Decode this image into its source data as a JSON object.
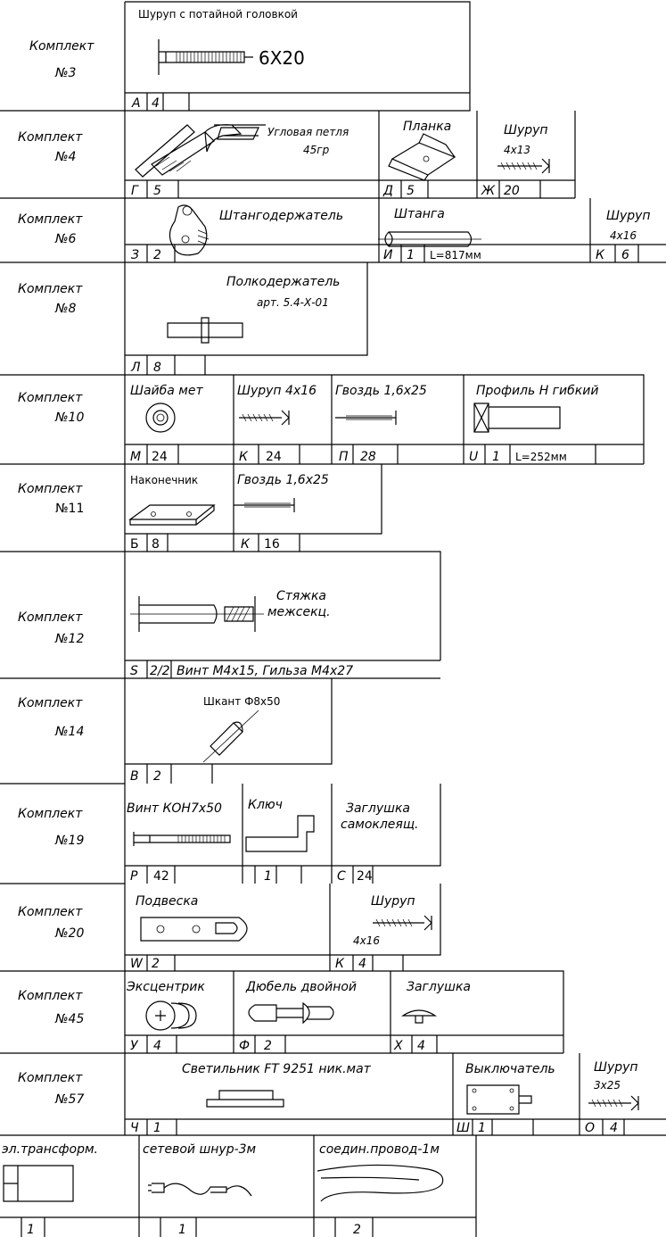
{
  "blocks": [
    {
      "kit": "Комплект",
      "num": "№3",
      "items": [
        {
          "name": "Шуруп с потайной головкой",
          "size": "6Х20",
          "code": "А",
          "qty": "4"
        }
      ]
    },
    {
      "kit": "Комплект",
      "num": "№4",
      "items": [
        {
          "name": "Угловая петля",
          "sub": "45гр",
          "code": "Г",
          "qty": "5"
        },
        {
          "name": "Планка",
          "code": "Д",
          "qty": "5"
        },
        {
          "name": "Шуруп",
          "sub": "4х13",
          "code": "Ж",
          "qty": "20"
        }
      ]
    },
    {
      "kit": "Комплект",
      "num": "№6",
      "items": [
        {
          "name": "Штангодержатель",
          "code": "З",
          "qty": "2"
        },
        {
          "name": "Штанга",
          "code": "И",
          "qty": "1",
          "extra": "L=817мм"
        },
        {
          "name": "Шуруп",
          "sub": "4х16",
          "code": "К",
          "qty": "6"
        }
      ]
    },
    {
      "kit": "Комплект",
      "num": "№8",
      "items": [
        {
          "name": "Полкодержатель",
          "sub": "арт. 5.4-Х-01",
          "code": "Л",
          "qty": "8"
        }
      ]
    },
    {
      "kit": "Комплект",
      "num": "№10",
      "items": [
        {
          "name": "Шайба мет",
          "code": "М",
          "qty": "24"
        },
        {
          "name": "Шуруп 4х16",
          "code": "К",
          "qty": "24"
        },
        {
          "name": "Гвоздь 1,6х25",
          "code": "П",
          "qty": "28"
        },
        {
          "name": "Профиль Н гибкий",
          "code": "U",
          "qty": "1",
          "extra": "L=252мм"
        }
      ]
    },
    {
      "kit": "Комплект",
      "num": "№11",
      "items": [
        {
          "name": "Наконечник",
          "code": "Б",
          "qty": "8"
        },
        {
          "name": "Гвоздь 1,6х25",
          "code": "К",
          "qty": "16"
        }
      ]
    },
    {
      "kit": "Комплект",
      "num": "№12",
      "items": [
        {
          "name": "Стяжка",
          "sub": "межсекц.",
          "code": "S",
          "qty": "2/2",
          "extra": "Винт М4х15, Гильза М4х27"
        }
      ]
    },
    {
      "kit": "Комплект",
      "num": "№14",
      "items": [
        {
          "name": "Шкант Ф8х50",
          "code": "В",
          "qty": "2"
        }
      ]
    },
    {
      "kit": "Комплект",
      "num": "№19",
      "items": [
        {
          "name": "Винт КОН7х50",
          "code": "Р",
          "qty": "42"
        },
        {
          "name": "Ключ",
          "code": "",
          "qty": "1"
        },
        {
          "name": "Заглушка",
          "sub": "самоклеящ.",
          "code": "С",
          "qty": "24"
        }
      ]
    },
    {
      "kit": "Комплект",
      "num": "№20",
      "items": [
        {
          "name": "Подвеска",
          "code": "W",
          "qty": "2"
        },
        {
          "name": "Шуруп",
          "sub": "4х16",
          "code": "К",
          "qty": "4"
        }
      ]
    },
    {
      "kit": "Комплект",
      "num": "№45",
      "items": [
        {
          "name": "Эксцентрик",
          "code": "У",
          "qty": "4"
        },
        {
          "name": "Дюбель двойной",
          "code": "Ф",
          "qty": "2"
        },
        {
          "name": "Заглушка",
          "code": "Х",
          "qty": "4"
        }
      ]
    },
    {
      "kit": "Комплект",
      "num": "№57",
      "items": [
        {
          "name": "Светильник FT 9251 ник.мат",
          "code": "Ч",
          "qty": "1"
        },
        {
          "name": "Выключатель",
          "code": "Ш",
          "qty": "1"
        },
        {
          "name": "Шуруп",
          "sub": "3х25",
          "code": "О",
          "qty": "4"
        }
      ]
    },
    {
      "kit": "",
      "num": "",
      "items": [
        {
          "name": "эл.трансформ.",
          "code": "",
          "qty": "1"
        },
        {
          "name": "сетевой шнур-3м",
          "code": "",
          "qty": "1"
        },
        {
          "name": "соедин.провод-1м",
          "code": "",
          "qty": "2"
        }
      ]
    }
  ]
}
